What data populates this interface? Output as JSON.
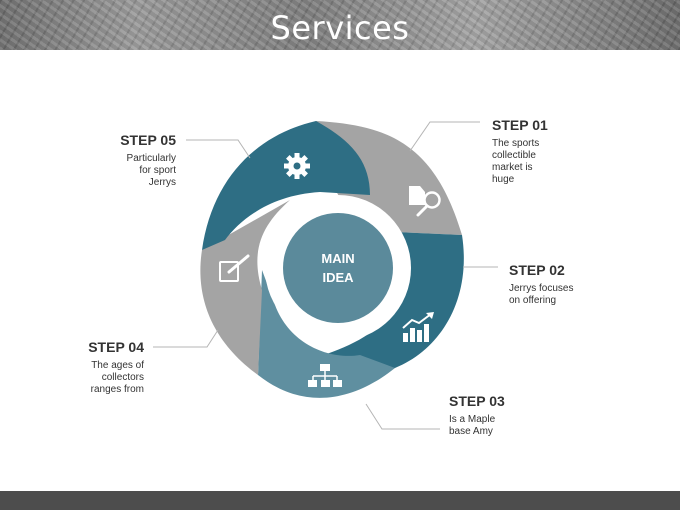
{
  "title": "Services",
  "center": {
    "line1": "MAIN",
    "line2": "IDEA"
  },
  "steps": [
    {
      "label": "STEP 01",
      "text": [
        "The sports",
        "collectible",
        "market is",
        "huge"
      ]
    },
    {
      "label": "STEP 02",
      "text": [
        "Jerrys focuses",
        "on offering"
      ]
    },
    {
      "label": "STEP 03",
      "text": [
        "Is a Maple",
        "base Amy"
      ]
    },
    {
      "label": "STEP 04",
      "text": [
        "The ages of",
        "collectors",
        "ranges from"
      ]
    },
    {
      "label": "STEP 05",
      "text": [
        "Particularly",
        "for sport",
        "Jerrys"
      ]
    }
  ],
  "icons": [
    "magnifier-icon",
    "growth-chart-icon",
    "org-chart-icon",
    "edit-icon",
    "gear-icon"
  ],
  "colors": {
    "teal_dark": "#2e6e84",
    "teal_light": "#5f8fa0",
    "gray": "#a4a4a4",
    "center": "#5b8a9b"
  }
}
